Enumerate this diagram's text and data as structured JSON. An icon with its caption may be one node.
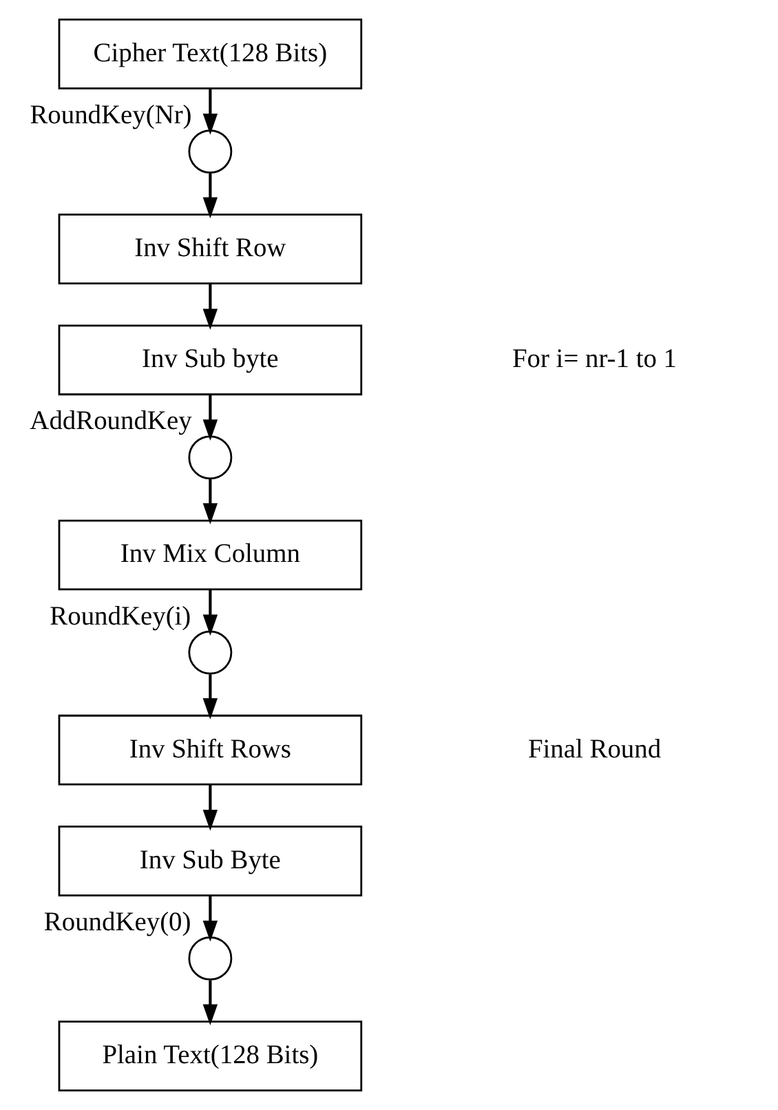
{
  "diagram": {
    "nodes": [
      {
        "text": [
          "Cipher Text(128 Bits)"
        ]
      },
      {
        "text": [],
        "shape": "circle",
        "beside": [
          "RoundKey(Nr)"
        ]
      },
      {
        "text": [
          "Inv Shift Row"
        ]
      },
      {
        "text": [
          "Inv Sub byte"
        ]
      },
      {
        "text": [],
        "shape": "circle",
        "beside": [
          "AddRoundKey"
        ]
      },
      {
        "text": [
          "Inv Mix Column"
        ]
      },
      {
        "text": [],
        "shape": "circle",
        "beside": [
          "RoundKey(i)"
        ]
      },
      {
        "text": [
          "Inv Shift Rows"
        ]
      },
      {
        "text": [
          "Inv Sub Byte"
        ]
      },
      {
        "text": [],
        "shape": "circle",
        "beside": [
          "RoundKey(0)"
        ]
      },
      {
        "text": [
          "Plain Text(128 Bits)"
        ]
      }
    ],
    "edges": [
      {
        "from": 0,
        "to": 1,
        "arrow": "to"
      },
      {
        "from": 1,
        "to": 2,
        "arrow": "to"
      },
      {
        "from": 2,
        "to": 3,
        "arrow": "to"
      },
      {
        "from": 3,
        "to": 4,
        "arrow": "to"
      },
      {
        "from": 4,
        "to": 5,
        "arrow": "to"
      },
      {
        "from": 5,
        "to": 6,
        "arrow": "to"
      },
      {
        "from": 6,
        "to": 7,
        "arrow": "to"
      },
      {
        "from": 7,
        "to": 8,
        "arrow": "to"
      },
      {
        "from": 8,
        "to": 9,
        "arrow": "to"
      },
      {
        "from": 9,
        "to": 10,
        "arrow": "to"
      }
    ],
    "labels": [
      "For i= nr-1 to 1",
      "Final Round"
    ]
  }
}
